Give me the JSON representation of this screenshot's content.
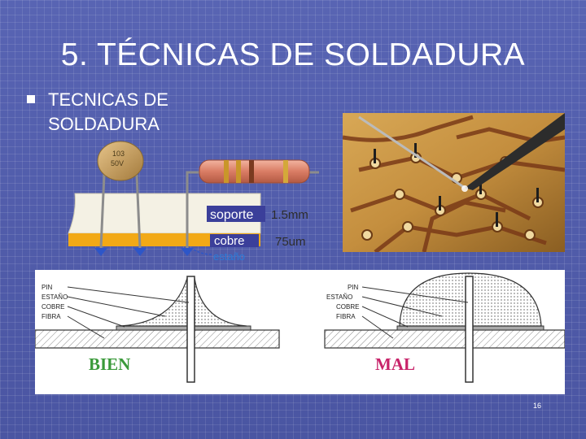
{
  "slide": {
    "title": "5. TÉCNICAS DE SOLDADURA",
    "bullet_text": "TECNICAS DE SOLDADURA",
    "page_number": "16",
    "colors": {
      "background": "#4f5ba8",
      "text": "#ffffff"
    }
  },
  "component_diagram": {
    "capacitor_marking_1": "103",
    "capacitor_marking_2": "50V",
    "label_soporte": "soporte",
    "label_cobre": "cobre",
    "label_estano": "estaño",
    "dim_soporte": "1.5mm",
    "dim_cobre": "75um"
  },
  "solder_diagram": {
    "good": {
      "pin": "PIN",
      "estano": "ESTAÑO",
      "cobre": "COBRE",
      "fibra": "FIBRA",
      "verdict": "BIEN",
      "verdict_color": "#3a9a3a"
    },
    "bad": {
      "pin": "PIN",
      "estano": "ESTAÑO",
      "cobre": "COBRE",
      "fibra": "FIBRA",
      "verdict": "MAL",
      "verdict_color": "#c8246a"
    }
  }
}
